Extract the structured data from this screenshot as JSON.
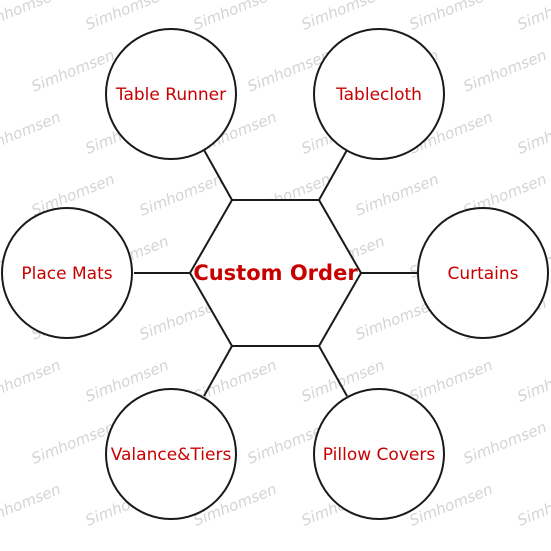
{
  "watermark": "Simhomsen",
  "center": {
    "label": "Custom Order"
  },
  "nodes": [
    {
      "id": "table-runner",
      "label": "Table Runner"
    },
    {
      "id": "tablecloth",
      "label": "Tablecloth"
    },
    {
      "id": "place-mats",
      "label": "Place Mats"
    },
    {
      "id": "curtains",
      "label": "Curtains"
    },
    {
      "id": "valance-tiers",
      "label": "Valance&Tiers"
    },
    {
      "id": "pillow-covers",
      "label": "Pillow Covers"
    }
  ],
  "colors": {
    "label": "#c80000",
    "outline": "#1a1a1a",
    "watermark": "#d4d4d4",
    "background": "#ffffff"
  }
}
